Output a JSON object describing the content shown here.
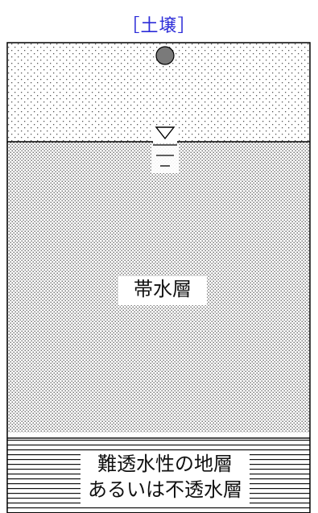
{
  "title": "［土壌］",
  "layers": {
    "aquifer": {
      "label": "帯水層"
    },
    "impermeable": {
      "line1": "難透水性の地層",
      "line2": "あるいは不透水層"
    }
  },
  "colors": {
    "title": "#2b2bd8",
    "border": "#000000",
    "well_marker": "#7a7a7a"
  },
  "icons": {
    "well_marker": "circle",
    "water_table": "inverted-triangle"
  }
}
